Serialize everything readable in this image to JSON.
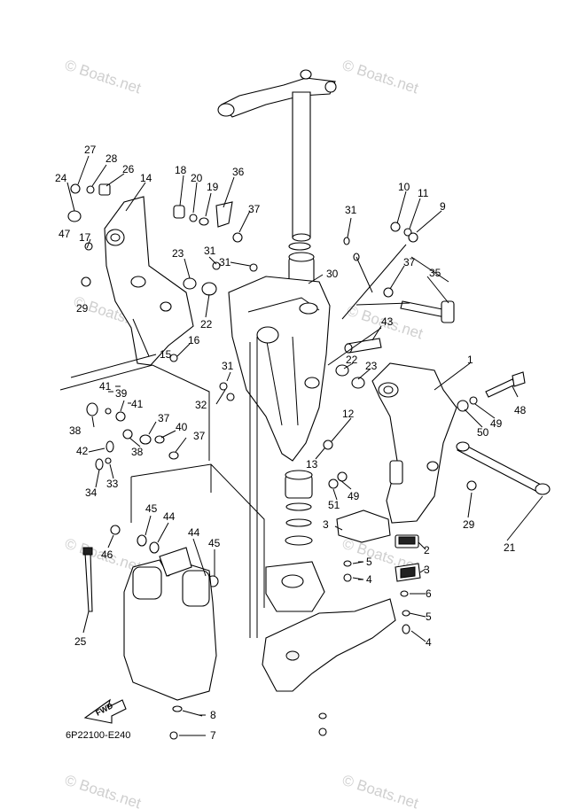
{
  "diagram_code": "6P22100-E240",
  "fwd_label": "FWD",
  "watermark": "© Boats.net",
  "callouts": {
    "n1": "1",
    "n2": "2",
    "n3": "3",
    "n4a": "4",
    "n4b": "4",
    "n5a": "5",
    "n5b": "5",
    "n6": "6",
    "n7": "7",
    "n8": "8",
    "n9": "9",
    "n10": "10",
    "n11": "11",
    "n12": "12",
    "n13": "13",
    "n14": "14",
    "n15": "15",
    "n16": "16",
    "n17": "17",
    "n18": "18",
    "n19": "19",
    "n20": "20",
    "n21": "21",
    "n22a": "22",
    "n22b": "22",
    "n23a": "23",
    "n23b": "23",
    "n24": "24",
    "n25": "25",
    "n26": "26",
    "n27": "27",
    "n28": "28",
    "n29a": "29",
    "n29b": "29",
    "n30": "30",
    "n31a": "31",
    "n31b": "31",
    "n31c": "31",
    "n31d": "31",
    "n32": "32",
    "n33": "33",
    "n34": "34",
    "n35": "35",
    "n36": "36",
    "n37a": "37",
    "n37b": "37",
    "n37c": "37",
    "n37d": "37",
    "n38a": "38",
    "n38b": "38",
    "n39": "39",
    "n40": "40",
    "n41a": "41",
    "n41b": "41",
    "n42": "42",
    "n43": "43",
    "n44a": "44",
    "n44b": "44",
    "n45a": "45",
    "n45b": "45",
    "n46": "46",
    "n47": "47",
    "n48": "48",
    "n49a": "49",
    "n49b": "49",
    "n50": "50",
    "n51": "51"
  }
}
